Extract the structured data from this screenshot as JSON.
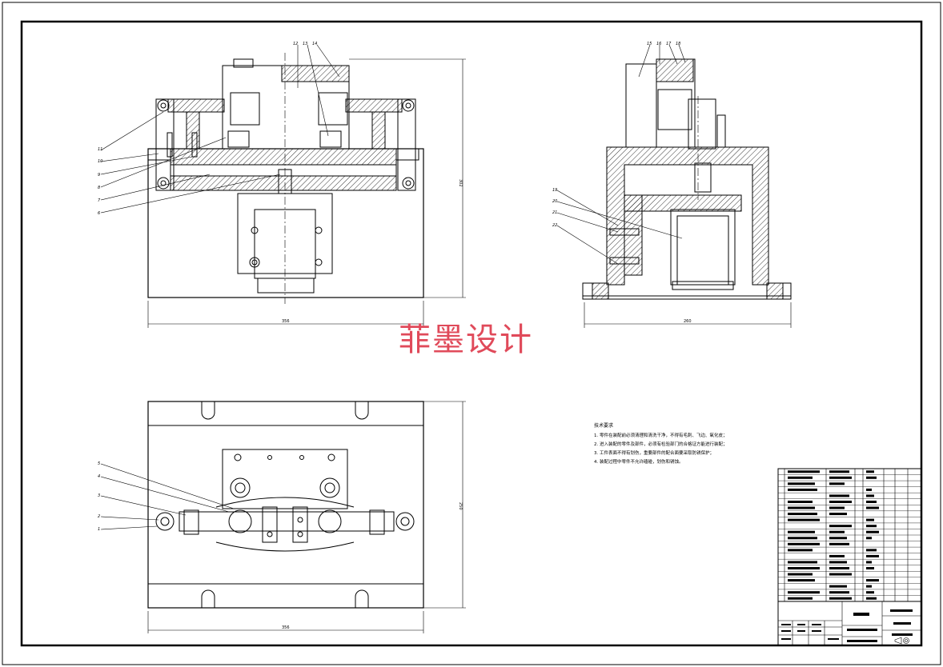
{
  "watermark": "菲墨设计",
  "dimensions": {
    "front_width": "356",
    "front_height": "302",
    "side_width": "260",
    "top_width": "356",
    "top_height": "250"
  },
  "front_balloons_left": [
    "11",
    "10",
    "9",
    "8",
    "7",
    "6"
  ],
  "front_balloons_top": [
    "12",
    "13",
    "14"
  ],
  "side_balloons_top": [
    "15",
    "16",
    "17",
    "18"
  ],
  "side_balloons_left": [
    "19",
    "20",
    "21",
    "22"
  ],
  "top_balloons_left": [
    "5",
    "4",
    "3",
    "2",
    "1"
  ],
  "technical_notes": {
    "title": "技术要求",
    "lines": [
      "1. 零件在装配前必须清理和清洗干净，不得有毛刺、飞边、氧化皮；",
      "2. 进入装配的零件及部件，必须有检验部门的合格证方能进行装配；",
      "3. 工件表面不得有划伤，重要部件的配合面要采取防锈保护；",
      "4. 装配过程中零件不允许磕碰，划伤和锈蚀。"
    ]
  },
  "colors": {
    "line": "#000000",
    "watermark": "#e04a5a",
    "hatch": "#000000"
  }
}
